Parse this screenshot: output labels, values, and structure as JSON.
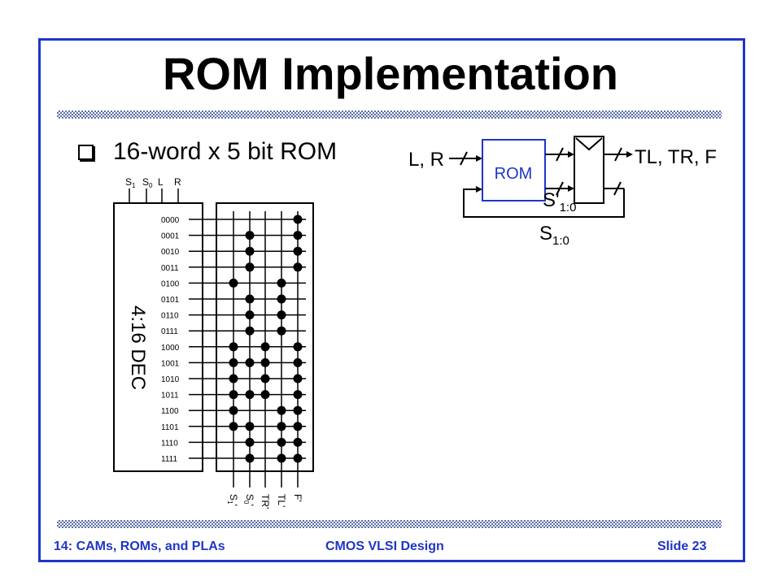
{
  "slide": {
    "title": "ROM Implementation",
    "bullet": "16-word x 5 bit ROM",
    "footer_left": "14: CAMs, ROMs, and PLAs",
    "footer_center": "CMOS VLSI Design",
    "footer_right": "Slide 23"
  },
  "block_diagram": {
    "input_label": "L, R",
    "rom_label": "ROM",
    "output_label": "TL, TR, F",
    "next_state_label": "S'",
    "next_state_sub": "1:0",
    "state_label": "S",
    "state_sub": "1:0"
  },
  "decoder": {
    "label": "4:16 DEC",
    "inputs": [
      {
        "main": "S",
        "sub": "1"
      },
      {
        "main": "S",
        "sub": "0"
      },
      {
        "main": "L",
        "sub": ""
      },
      {
        "main": "R",
        "sub": ""
      }
    ],
    "words": [
      "0000",
      "0001",
      "0010",
      "0011",
      "0100",
      "0101",
      "0110",
      "0111",
      "1000",
      "1001",
      "1010",
      "1011",
      "1100",
      "1101",
      "1110",
      "1111"
    ]
  },
  "rom_array": {
    "outputs": [
      {
        "main": "S",
        "sub": "1",
        "prime": "'"
      },
      {
        "main": "S",
        "sub": "0",
        "prime": "'"
      },
      {
        "main": "TR",
        "sub": "",
        "prime": "'"
      },
      {
        "main": "TL",
        "sub": "",
        "prime": "'"
      },
      {
        "main": "F",
        "sub": "",
        "prime": "'"
      }
    ],
    "bits": [
      [
        0,
        0,
        0,
        0,
        1
      ],
      [
        0,
        1,
        0,
        0,
        1
      ],
      [
        0,
        1,
        0,
        0,
        1
      ],
      [
        0,
        1,
        0,
        0,
        1
      ],
      [
        1,
        0,
        0,
        1,
        0
      ],
      [
        0,
        1,
        0,
        1,
        0
      ],
      [
        0,
        1,
        0,
        1,
        0
      ],
      [
        0,
        1,
        0,
        1,
        0
      ],
      [
        1,
        0,
        1,
        0,
        1
      ],
      [
        1,
        1,
        1,
        0,
        1
      ],
      [
        1,
        0,
        1,
        0,
        1
      ],
      [
        1,
        1,
        1,
        0,
        1
      ],
      [
        1,
        0,
        0,
        1,
        1
      ],
      [
        1,
        1,
        0,
        1,
        1
      ],
      [
        0,
        1,
        0,
        1,
        1
      ],
      [
        0,
        1,
        0,
        1,
        1
      ]
    ]
  },
  "colors": {
    "border": "#1f35c8",
    "rom_box": "#1f35c8",
    "hatch": "#5b6ea8"
  }
}
